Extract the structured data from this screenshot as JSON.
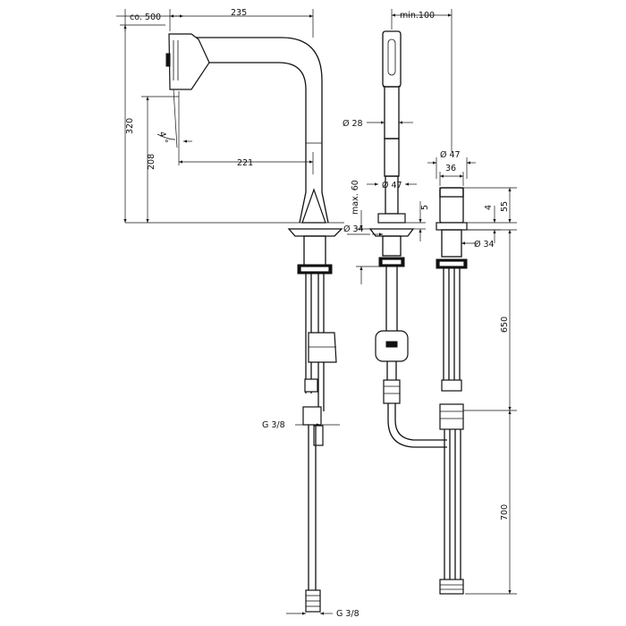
{
  "dimensions": {
    "reach": "co. 500",
    "spout_length": "235",
    "spout_reach_inner": "221",
    "height_total": "320",
    "height_outlet": "208",
    "angle": "4 °",
    "min_clearance": "min.100",
    "dia_28": "Ø 28",
    "dia_47_upper": "Ø 47",
    "max_60": "max. 60",
    "dim_5": "5",
    "dia_34_left": "Ø 34",
    "dia_47_right": "Ø 47",
    "dim_36": "36",
    "dim_4": "4",
    "dim_55": "55",
    "dia_34_right": "Ø 34",
    "dim_650": "650",
    "dim_700": "700",
    "thread_upper": "G 3/8",
    "thread_lower": "G 3/8"
  }
}
